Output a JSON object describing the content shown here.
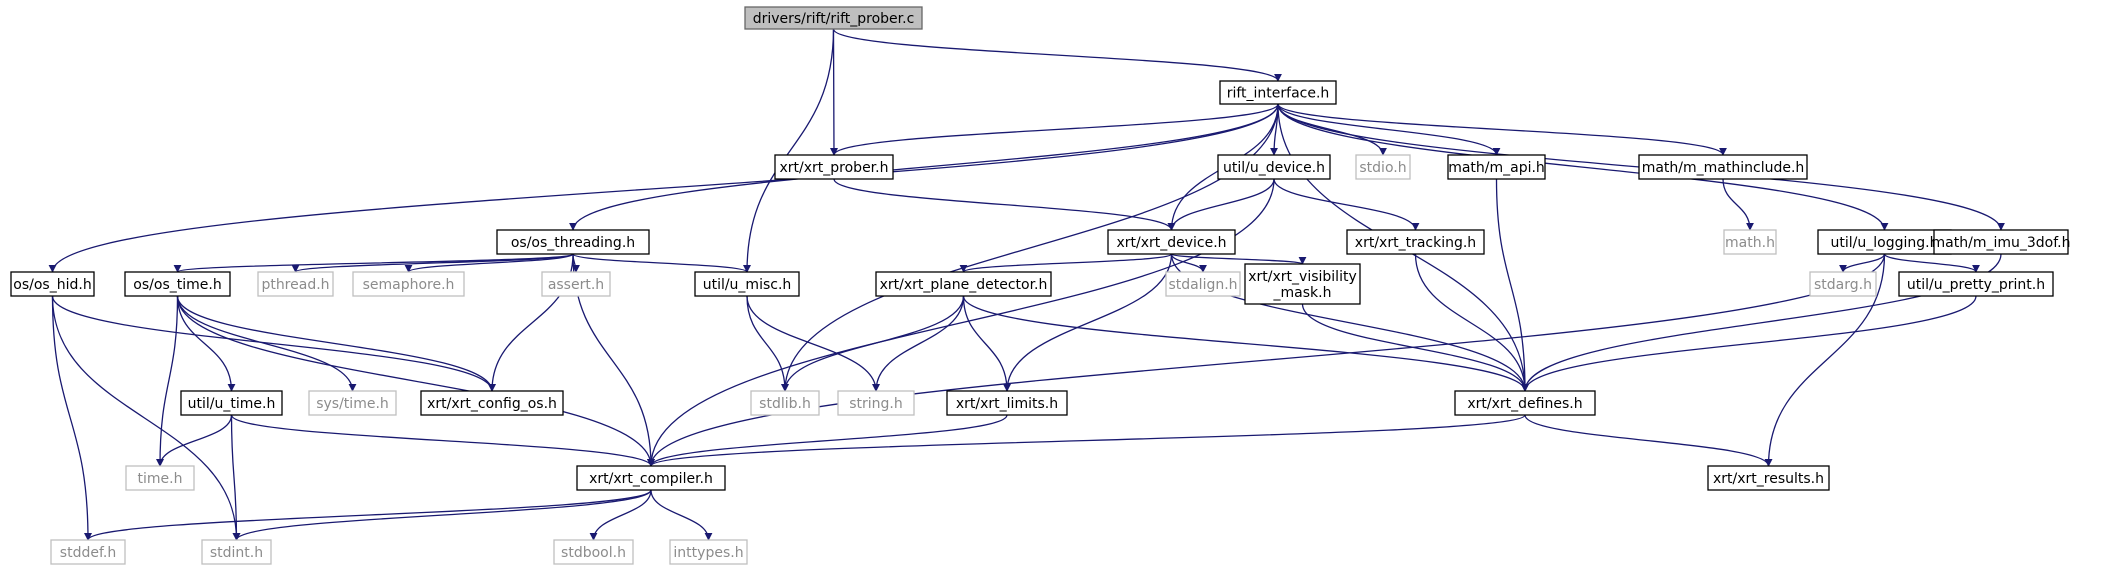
{
  "colors": {
    "edge": "#191970",
    "box_border": "#000000",
    "box_fill": "#ffffff",
    "root_fill": "#bfbfbf",
    "root_border": "#666666",
    "ext_border": "#bfbfbf",
    "ext_text": "#8c8c8c",
    "text": "#000000"
  },
  "nodes": {
    "root": {
      "label": "drivers/rift/rift_prober.c",
      "kind": "root"
    },
    "rift_if": {
      "label": "rift_interface.h",
      "kind": "local"
    },
    "xrt_prober": {
      "label": "xrt/xrt_prober.h",
      "kind": "local"
    },
    "u_misc": {
      "label": "util/u_misc.h",
      "kind": "local"
    },
    "os_threading": {
      "label": "os/os_threading.h",
      "kind": "local"
    },
    "xrt_device": {
      "label": "xrt/xrt_device.h",
      "kind": "local"
    },
    "u_device": {
      "label": "util/u_device.h",
      "kind": "local"
    },
    "stdio": {
      "label": "stdio.h",
      "kind": "system"
    },
    "m_api": {
      "label": "math/m_api.h",
      "kind": "local"
    },
    "m_mathinclude": {
      "label": "math/m_mathinclude.h",
      "kind": "local"
    },
    "u_logging": {
      "label": "util/u_logging.h",
      "kind": "local"
    },
    "m_imu_3dof": {
      "label": "math/m_imu_3dof.h",
      "kind": "local"
    },
    "os_hid": {
      "label": "os/os_hid.h",
      "kind": "local"
    },
    "os_time": {
      "label": "os/os_time.h",
      "kind": "local"
    },
    "pthread": {
      "label": "pthread.h",
      "kind": "system"
    },
    "semaphore": {
      "label": "semaphore.h",
      "kind": "system"
    },
    "assert": {
      "label": "assert.h",
      "kind": "system"
    },
    "plane_det": {
      "label": "xrt/xrt_plane_detector.h",
      "kind": "local"
    },
    "stdalign": {
      "label": "stdalign.h",
      "kind": "system"
    },
    "vis_mask": {
      "label": [
        "xrt/xrt_visibility",
        "_mask.h"
      ],
      "kind": "local"
    },
    "xrt_tracking": {
      "label": "xrt/xrt_tracking.h",
      "kind": "local"
    },
    "math_h": {
      "label": "math.h",
      "kind": "system"
    },
    "stdarg": {
      "label": "stdarg.h",
      "kind": "system"
    },
    "pretty_print": {
      "label": "util/u_pretty_print.h",
      "kind": "local"
    },
    "u_time": {
      "label": "util/u_time.h",
      "kind": "local"
    },
    "sys_time": {
      "label": "sys/time.h",
      "kind": "system"
    },
    "config_os": {
      "label": "xrt/xrt_config_os.h",
      "kind": "local"
    },
    "stdlib": {
      "label": "stdlib.h",
      "kind": "system"
    },
    "string_h": {
      "label": "string.h",
      "kind": "system"
    },
    "xrt_limits": {
      "label": "xrt/xrt_limits.h",
      "kind": "local"
    },
    "xrt_defines": {
      "label": "xrt/xrt_defines.h",
      "kind": "local"
    },
    "time_h": {
      "label": "time.h",
      "kind": "system"
    },
    "xrt_compiler": {
      "label": "xrt/xrt_compiler.h",
      "kind": "local"
    },
    "xrt_results": {
      "label": "xrt/xrt_results.h",
      "kind": "local"
    },
    "stddef": {
      "label": "stddef.h",
      "kind": "system"
    },
    "stdint": {
      "label": "stdint.h",
      "kind": "system"
    },
    "stdbool": {
      "label": "stdbool.h",
      "kind": "system"
    },
    "inttypes": {
      "label": "inttypes.h",
      "kind": "system"
    }
  },
  "edges": [
    [
      "root",
      "rift_if"
    ],
    [
      "root",
      "xrt_prober"
    ],
    [
      "root",
      "u_misc"
    ],
    [
      "rift_if",
      "xrt_prober"
    ],
    [
      "rift_if",
      "os_threading"
    ],
    [
      "rift_if",
      "xrt_device"
    ],
    [
      "rift_if",
      "u_device"
    ],
    [
      "rift_if",
      "stdio"
    ],
    [
      "rift_if",
      "m_api"
    ],
    [
      "rift_if",
      "m_mathinclude"
    ],
    [
      "rift_if",
      "u_logging"
    ],
    [
      "rift_if",
      "m_imu_3dof"
    ],
    [
      "rift_if",
      "os_hid"
    ],
    [
      "rift_if",
      "stdlib"
    ],
    [
      "rift_if",
      "xrt_defines"
    ],
    [
      "xrt_prober",
      "xrt_device"
    ],
    [
      "u_device",
      "xrt_device"
    ],
    [
      "u_device",
      "xrt_tracking"
    ],
    [
      "u_device",
      "xrt_compiler"
    ],
    [
      "m_api",
      "xrt_defines"
    ],
    [
      "m_mathinclude",
      "math_h"
    ],
    [
      "u_logging",
      "stdarg"
    ],
    [
      "u_logging",
      "pretty_print"
    ],
    [
      "u_logging",
      "xrt_results"
    ],
    [
      "u_logging",
      "xrt_compiler"
    ],
    [
      "m_imu_3dof",
      "xrt_defines"
    ],
    [
      "os_threading",
      "os_time"
    ],
    [
      "os_threading",
      "pthread"
    ],
    [
      "os_threading",
      "semaphore"
    ],
    [
      "os_threading",
      "assert"
    ],
    [
      "os_threading",
      "u_misc"
    ],
    [
      "os_threading",
      "config_os"
    ],
    [
      "os_threading",
      "xrt_compiler"
    ],
    [
      "xrt_device",
      "plane_det"
    ],
    [
      "xrt_device",
      "stdalign"
    ],
    [
      "xrt_device",
      "vis_mask"
    ],
    [
      "xrt_device",
      "xrt_limits"
    ],
    [
      "xrt_device",
      "xrt_defines"
    ],
    [
      "xrt_tracking",
      "xrt_defines"
    ],
    [
      "pretty_print",
      "xrt_defines"
    ],
    [
      "os_hid",
      "stddef"
    ],
    [
      "os_hid",
      "stdint"
    ],
    [
      "os_hid",
      "config_os"
    ],
    [
      "os_time",
      "time_h"
    ],
    [
      "os_time",
      "u_time"
    ],
    [
      "os_time",
      "sys_time"
    ],
    [
      "os_time",
      "config_os"
    ],
    [
      "os_time",
      "xrt_compiler"
    ],
    [
      "u_misc",
      "stdlib"
    ],
    [
      "u_misc",
      "string_h"
    ],
    [
      "plane_det",
      "stdlib"
    ],
    [
      "plane_det",
      "string_h"
    ],
    [
      "plane_det",
      "xrt_limits"
    ],
    [
      "plane_det",
      "xrt_defines"
    ],
    [
      "vis_mask",
      "xrt_defines"
    ],
    [
      "u_time",
      "time_h"
    ],
    [
      "u_time",
      "stdint"
    ],
    [
      "u_time",
      "xrt_compiler"
    ],
    [
      "xrt_limits",
      "xrt_compiler"
    ],
    [
      "xrt_defines",
      "xrt_compiler"
    ],
    [
      "xrt_defines",
      "xrt_results"
    ],
    [
      "xrt_compiler",
      "stddef"
    ],
    [
      "xrt_compiler",
      "stdint"
    ],
    [
      "xrt_compiler",
      "stdbool"
    ],
    [
      "xrt_compiler",
      "inttypes"
    ]
  ]
}
